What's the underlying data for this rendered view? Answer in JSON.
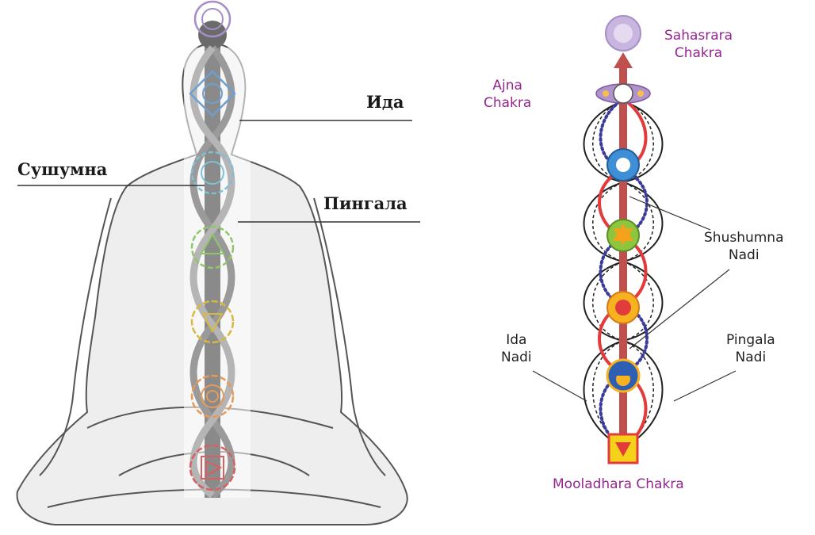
{
  "left_figure": {
    "labels": {
      "ida": "Ида",
      "sushumna": "Сушумна",
      "pingala": "Пингала"
    },
    "chakra_colors": [
      "#a58fc6",
      "#6f9fd0",
      "#7fc0d8",
      "#8fc66a",
      "#d9b840",
      "#e69a5a",
      "#d86060"
    ]
  },
  "right_figure": {
    "labels": {
      "sahasrara_1": "Sahasrara",
      "sahasrara_2": "Chakra",
      "ajna_1": "Ajna",
      "ajna_2": "Chakra",
      "shushumna_1": "Shushumna",
      "shushumna_2": "Nadi",
      "ida_1": "Ida",
      "ida_2": "Nadi",
      "pingala_1": "Pingala",
      "pingala_2": "Nadi",
      "mooladhara": "Mooladhara Chakra"
    },
    "colors": {
      "label_purple": "#93278f",
      "central_channel": "#c0504d",
      "pingala_line": "#e23b3b",
      "ida_line": "#3b3b9a"
    }
  }
}
